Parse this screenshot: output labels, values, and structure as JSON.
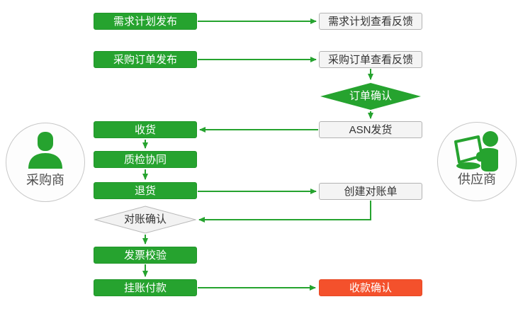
{
  "actors": {
    "buyer": {
      "label": "采购商",
      "icon": "person-icon"
    },
    "supplier": {
      "label": "供应商",
      "icon": "person-laptop-icon"
    }
  },
  "flow": {
    "buyer_nodes": [
      {
        "label": "需求计划发布",
        "type": "process-green"
      },
      {
        "label": "采购订单发布",
        "type": "process-green"
      },
      {
        "label": "收货",
        "type": "process-green"
      },
      {
        "label": "质检协同",
        "type": "process-green"
      },
      {
        "label": "退货",
        "type": "process-green"
      },
      {
        "label": "发票校验",
        "type": "process-green"
      },
      {
        "label": "挂账付款",
        "type": "process-green"
      }
    ],
    "buyer_decision": {
      "label": "对账确认",
      "type": "decision-gray"
    },
    "supplier_nodes": [
      {
        "label": "需求计划查看反馈",
        "type": "process-white"
      },
      {
        "label": "采购订单查看反馈",
        "type": "process-white"
      },
      {
        "label": "ASN发货",
        "type": "process-white"
      },
      {
        "label": "创建对账单",
        "type": "process-white"
      },
      {
        "label": "收款确认",
        "type": "process-red"
      }
    ],
    "supplier_decision": {
      "label": "订单确认",
      "type": "decision-green"
    },
    "edges": [
      {
        "from": "需求计划发布",
        "to": "需求计划查看反馈"
      },
      {
        "from": "采购订单发布",
        "to": "采购订单查看反馈"
      },
      {
        "from": "采购订单查看反馈",
        "to": "订单确认"
      },
      {
        "from": "订单确认",
        "to": "ASN发货"
      },
      {
        "from": "ASN发货",
        "to": "收货"
      },
      {
        "from": "收货",
        "to": "质检协同"
      },
      {
        "from": "质检协同",
        "to": "退货"
      },
      {
        "from": "退货",
        "to": "创建对账单"
      },
      {
        "from": "创建对账单",
        "to": "对账确认"
      },
      {
        "from": "对账确认",
        "to": "发票校验"
      },
      {
        "from": "发票校验",
        "to": "挂账付款"
      },
      {
        "from": "挂账付款",
        "to": "收款确认"
      }
    ]
  },
  "colors": {
    "green": "#26A32F",
    "red": "#F4512C",
    "gray_fill": "#F4F4F4",
    "gray_border": "#B3B3B3",
    "arrow": "#26A32F"
  }
}
